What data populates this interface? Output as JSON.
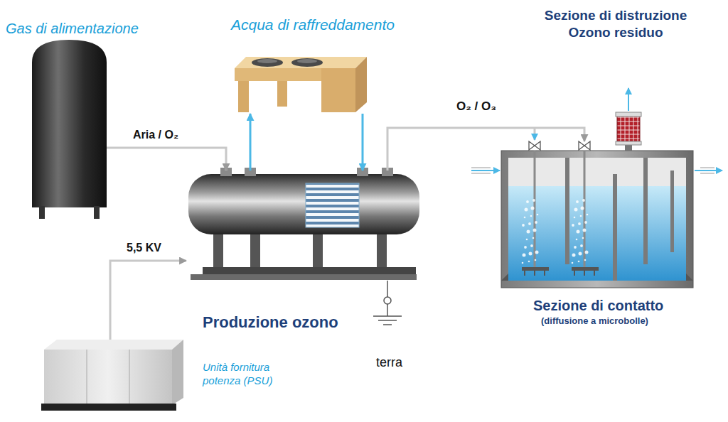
{
  "diagram": {
    "nodes": [
      {
        "text": [
          "Gas di alimentazione"
        ]
      },
      {
        "text": [
          "Acqua di raffreddamento"
        ]
      },
      {
        "text": [
          "Produzione ozono"
        ]
      },
      {
        "text": [
          "Unità fornitura potenza (PSU)"
        ]
      },
      {
        "text": [
          "Sezione di distruzione Ozono residuo"
        ]
      },
      {
        "text": [
          "Sezione di contatto",
          "(diffusione a microbolle)"
        ]
      }
    ],
    "edges": [
      {
        "from": 0,
        "to": 2,
        "label": "Aria / O₂",
        "arrow": "to"
      },
      {
        "from": 3,
        "to": 2,
        "label": "5,5 KV",
        "arrow": "to"
      },
      {
        "from": 2,
        "to": 1,
        "arrow": "to"
      },
      {
        "from": 1,
        "to": 2,
        "arrow": "to"
      },
      {
        "from": 2,
        "to": 5,
        "label": "O₂ / O₃",
        "arrow": "to"
      }
    ],
    "labels": [
      "terra"
    ]
  }
}
